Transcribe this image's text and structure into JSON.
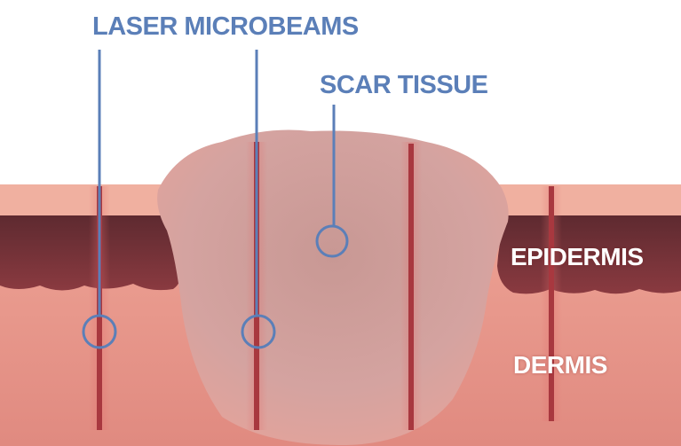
{
  "labels": {
    "laser_microbeams": "LASER MICROBEAMS",
    "scar_tissue": "SCAR TISSUE",
    "epidermis": "EPIDERMIS",
    "dermis": "DERMIS"
  },
  "colors": {
    "callout": "#5b7fb8",
    "dermis": "#e79a8e",
    "epidermis_dark": "#6e3036",
    "scar": "#cf9a98",
    "beam": "#a8383f",
    "layer_label": "#ffffff"
  }
}
